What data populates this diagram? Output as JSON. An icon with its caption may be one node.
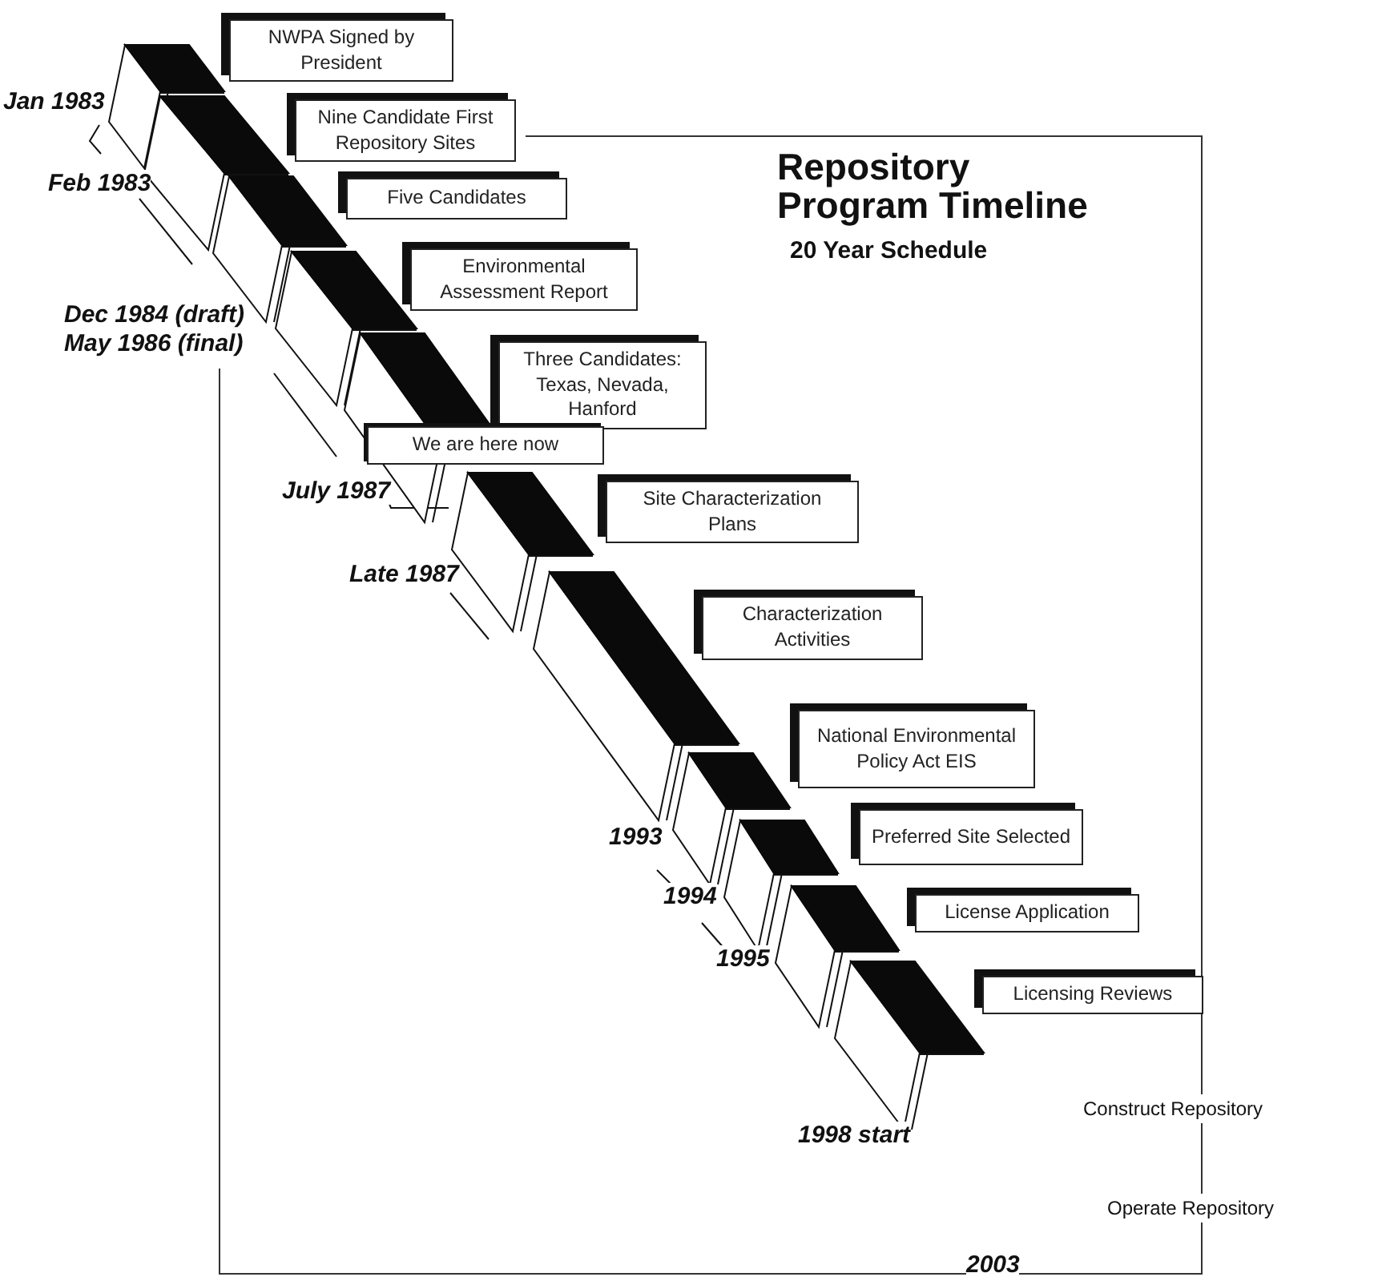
{
  "diagram": {
    "title": "Repository Program Timeline",
    "nodes": [
      {
        "text": [
          "NWPA Signed by President"
        ]
      },
      {
        "text": [
          "Nine Candidate First Repository Sites"
        ]
      },
      {
        "text": [
          "Five Candidates"
        ]
      },
      {
        "text": [
          "Environmental Assessment Report"
        ]
      },
      {
        "text": [
          "Three Candidates: Texas, Nevada, Hanford"
        ]
      },
      {
        "text": [
          "We are here now"
        ]
      },
      {
        "text": [
          "Site Characterization Plans"
        ]
      },
      {
        "text": [
          "Characterization Activities"
        ]
      },
      {
        "text": [
          "National Environmental Policy Act EIS"
        ]
      },
      {
        "text": [
          "Preferred Site Selected"
        ]
      },
      {
        "text": [
          "License Application"
        ]
      },
      {
        "text": [
          "Licensing Reviews"
        ]
      }
    ],
    "labels": [
      "20 Year Schedule",
      "Jan 1983",
      "Feb 1983",
      "Dec 1984 (draft)",
      "May 1986 (final)",
      "July 1987",
      "Late 1987",
      "1993",
      "1994",
      "1995",
      "1998 start",
      "Construct Repository",
      "Operate Repository",
      "2003"
    ]
  }
}
